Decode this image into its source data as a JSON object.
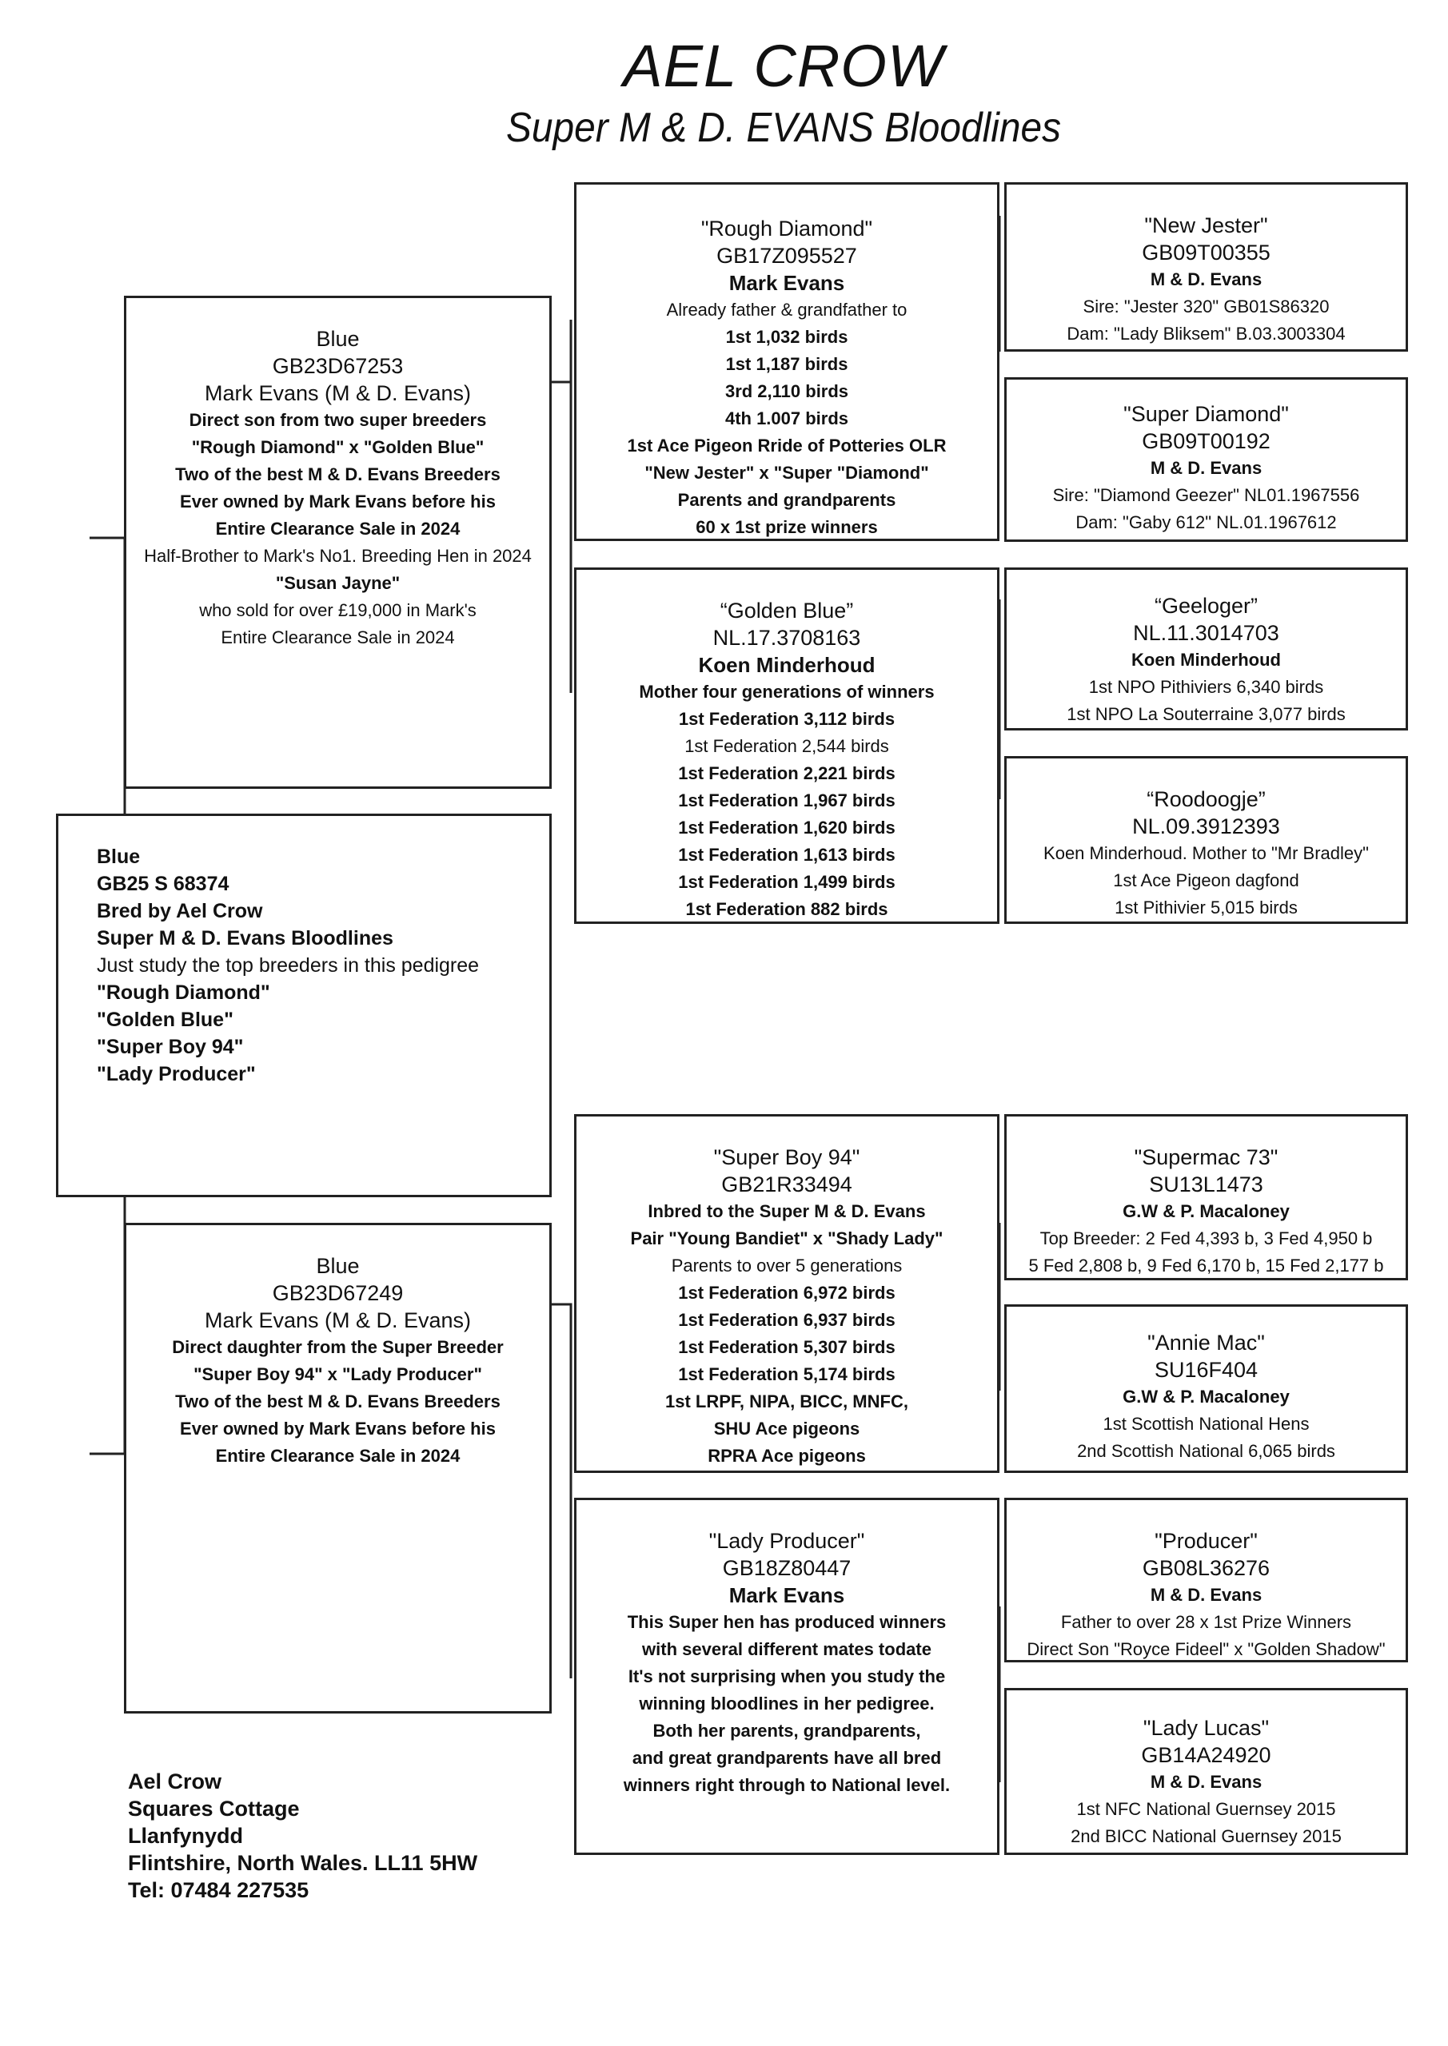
{
  "header": {
    "title": "AEL CROW",
    "subtitle": "Super M & D. EVANS Bloodlines"
  },
  "subject": {
    "lines": [
      {
        "t": "Blue",
        "b": true
      },
      {
        "t": "GB25 S 68374",
        "b": true
      },
      {
        "t": "Bred by Ael Crow",
        "b": true
      },
      {
        "t": "Super M & D. Evans Bloodlines",
        "b": true
      },
      {
        "t": "Just study the top breeders in this pedigree",
        "b": false
      },
      {
        "t": "\"Rough Diamond\"",
        "b": true
      },
      {
        "t": "\"Golden Blue\"",
        "b": true
      },
      {
        "t": "\"Super Boy 94\"",
        "b": true
      },
      {
        "t": "\"Lady Producer\"",
        "b": true
      }
    ]
  },
  "sire": {
    "lines": [
      {
        "t": "Blue",
        "s": "name"
      },
      {
        "t": "GB23D67253",
        "s": "ring"
      },
      {
        "t": "Mark Evans (M & D. Evans)",
        "s": "ring"
      },
      {
        "t": "Direct son from two super breeders",
        "s": "b"
      },
      {
        "t": "\"Rough Diamond\" x \"Golden Blue\"",
        "s": "b"
      },
      {
        "t": "Two of the best M & D. Evans Breeders",
        "s": "b"
      },
      {
        "t": "Ever owned by Mark Evans before his",
        "s": "b"
      },
      {
        "t": "Entire Clearance Sale in 2024",
        "s": "b"
      },
      {
        "t": "Half-Brother to Mark's No1. Breeding Hen in 2024",
        "s": ""
      },
      {
        "t": "\"Susan Jayne\"",
        "s": "b"
      },
      {
        "t": "who sold for over £19,000 in Mark's",
        "s": ""
      },
      {
        "t": "Entire Clearance Sale in 2024",
        "s": ""
      }
    ]
  },
  "dam": {
    "lines": [
      {
        "t": "Blue",
        "s": "name"
      },
      {
        "t": "GB23D67249",
        "s": "ring"
      },
      {
        "t": "Mark Evans (M & D. Evans)",
        "s": "ring"
      },
      {
        "t": "Direct daughter from the Super Breeder",
        "s": "b"
      },
      {
        "t": "\"Super Boy 94\" x \"Lady Producer\"",
        "s": "b"
      },
      {
        "t": "Two of the best M & D. Evans Breeders",
        "s": "b"
      },
      {
        "t": "Ever owned by Mark Evans before his",
        "s": "b"
      },
      {
        "t": "Entire Clearance Sale in 2024",
        "s": "b"
      }
    ]
  },
  "ss": {
    "lines": [
      {
        "t": "\"Rough Diamond\"",
        "s": "name"
      },
      {
        "t": "GB17Z095527",
        "s": "ring"
      },
      {
        "t": "Mark Evans",
        "s": "owner"
      },
      {
        "t": "Already father & grandfather to",
        "s": ""
      },
      {
        "t": "1st 1,032 birds",
        "s": "b"
      },
      {
        "t": "1st 1,187 birds",
        "s": "b"
      },
      {
        "t": "3rd 2,110 birds",
        "s": "b"
      },
      {
        "t": "4th 1.007 birds",
        "s": "b"
      },
      {
        "t": "1st Ace Pigeon Rride of Potteries OLR",
        "s": "b"
      },
      {
        "t": "\"New Jester\" x \"Super \"Diamond\"",
        "s": "b"
      },
      {
        "t": "Parents and grandparents",
        "s": "b"
      },
      {
        "t": "60 x 1st prize winners",
        "s": "b"
      }
    ]
  },
  "sd": {
    "lines": [
      {
        "t": "“Golden Blue”",
        "s": "name"
      },
      {
        "t": "NL.17.3708163",
        "s": "ring"
      },
      {
        "t": "Koen Minderhoud",
        "s": "owner"
      },
      {
        "t": "Mother four generations of winners",
        "s": "b"
      },
      {
        "t": "1st Federation 3,112 birds",
        "s": "b"
      },
      {
        "t": "1st Federation 2,544 birds",
        "s": ""
      },
      {
        "t": "1st Federation 2,221 birds",
        "s": "b"
      },
      {
        "t": "1st Federation 1,967 birds",
        "s": "b"
      },
      {
        "t": "1st Federation 1,620 birds",
        "s": "b"
      },
      {
        "t": "1st Federation 1,613 birds",
        "s": "b"
      },
      {
        "t": "1st Federation 1,499 birds",
        "s": "b"
      },
      {
        "t": "1st Federation 882 birds",
        "s": "b"
      }
    ]
  },
  "ds": {
    "lines": [
      {
        "t": "\"Super Boy 94\"",
        "s": "name"
      },
      {
        "t": "GB21R33494",
        "s": "ring"
      },
      {
        "t": "Inbred to the Super M & D. Evans",
        "s": "b"
      },
      {
        "t": "Pair \"Young Bandiet\" x \"Shady Lady\"",
        "s": "b"
      },
      {
        "t": "Parents to over 5 generations",
        "s": ""
      },
      {
        "t": "1st Federation 6,972 birds",
        "s": "b"
      },
      {
        "t": "1st Federation 6,937 birds",
        "s": "b"
      },
      {
        "t": "1st Federation 5,307 birds",
        "s": "b"
      },
      {
        "t": "1st Federation 5,174 birds",
        "s": "b"
      },
      {
        "t": "1st LRPF, NIPA, BICC, MNFC,",
        "s": "b"
      },
      {
        "t": "SHU Ace pigeons",
        "s": "b"
      },
      {
        "t": "RPRA Ace pigeons",
        "s": "b"
      }
    ]
  },
  "dd": {
    "lines": [
      {
        "t": "\"Lady Producer\"",
        "s": "name"
      },
      {
        "t": "GB18Z80447",
        "s": "ring"
      },
      {
        "t": "Mark Evans",
        "s": "owner"
      },
      {
        "t": "This Super hen has produced winners",
        "s": "b"
      },
      {
        "t": "with several different mates todate",
        "s": "b"
      },
      {
        "t": "It's not surprising when you study the",
        "s": "b"
      },
      {
        "t": "winning bloodlines in her pedigree.",
        "s": "b"
      },
      {
        "t": "Both her parents, grandparents,",
        "s": "b"
      },
      {
        "t": "and great grandparents have all bred",
        "s": "b"
      },
      {
        "t": "winners right through to National level.",
        "s": "b"
      }
    ]
  },
  "sss": {
    "lines": [
      {
        "t": "\"New Jester\"",
        "s": "name"
      },
      {
        "t": "GB09T00355",
        "s": "ring"
      },
      {
        "t": "M & D. Evans",
        "s": "b"
      },
      {
        "t": "Sire: \"Jester 320\" GB01S86320",
        "s": ""
      },
      {
        "t": "Dam: \"Lady Bliksem\" B.03.3003304",
        "s": ""
      }
    ]
  },
  "ssd": {
    "lines": [
      {
        "t": "\"Super Diamond\"",
        "s": "name"
      },
      {
        "t": "GB09T00192",
        "s": "ring"
      },
      {
        "t": "M & D. Evans",
        "s": "b"
      },
      {
        "t": "Sire: \"Diamond Geezer\" NL01.1967556",
        "s": ""
      },
      {
        "t": "Dam: \"Gaby 612\" NL.01.1967612",
        "s": ""
      }
    ]
  },
  "sds": {
    "lines": [
      {
        "t": "“Geeloger”",
        "s": "name"
      },
      {
        "t": "NL.11.3014703",
        "s": "ring"
      },
      {
        "t": "Koen Minderhoud",
        "s": "b"
      },
      {
        "t": "1st NPO Pithiviers 6,340 birds",
        "s": ""
      },
      {
        "t": "1st NPO La Souterraine 3,077 birds",
        "s": ""
      }
    ]
  },
  "sdd": {
    "lines": [
      {
        "t": "“Roodoogje”",
        "s": "name"
      },
      {
        "t": "NL.09.3912393",
        "s": "ring"
      },
      {
        "t": "Koen Minderhoud. Mother to \"Mr Bradley\"",
        "s": ""
      },
      {
        "t": "1st  Ace Pigeon dagfond",
        "s": ""
      },
      {
        "t": "1st Pithivier 5,015 birds",
        "s": ""
      }
    ]
  },
  "dss": {
    "lines": [
      {
        "t": "\"Supermac 73\"",
        "s": "name"
      },
      {
        "t": "SU13L1473",
        "s": "ring"
      },
      {
        "t": "G.W & P. Macaloney",
        "s": "b"
      },
      {
        "t": "Top Breeder: 2 Fed 4,393 b, 3 Fed 4,950 b",
        "s": ""
      },
      {
        "t": "5 Fed 2,808 b, 9 Fed 6,170 b, 15 Fed 2,177 b",
        "s": ""
      }
    ]
  },
  "dsd": {
    "lines": [
      {
        "t": "\"Annie Mac\"",
        "s": "name"
      },
      {
        "t": "SU16F404",
        "s": "ring"
      },
      {
        "t": "G.W & P. Macaloney",
        "s": "b"
      },
      {
        "t": "1st Scottish National Hens",
        "s": ""
      },
      {
        "t": "2nd Scottish National 6,065 birds",
        "s": ""
      }
    ]
  },
  "dds": {
    "lines": [
      {
        "t": "\"Producer\"",
        "s": "name"
      },
      {
        "t": "GB08L36276",
        "s": "ring"
      },
      {
        "t": "M & D. Evans",
        "s": "b"
      },
      {
        "t": "Father to over 28 x 1st Prize Winners",
        "s": ""
      },
      {
        "t": "Direct Son \"Royce Fideel\" x \"Golden Shadow\"",
        "s": ""
      }
    ]
  },
  "ddd": {
    "lines": [
      {
        "t": "\"Lady Lucas\"",
        "s": "name"
      },
      {
        "t": "GB14A24920",
        "s": "ring"
      },
      {
        "t": "M & D. Evans",
        "s": "b"
      },
      {
        "t": "1st NFC National Guernsey 2015",
        "s": ""
      },
      {
        "t": "2nd BICC National Guernsey 2015",
        "s": ""
      }
    ]
  },
  "address": {
    "lines": [
      "Ael Crow",
      "Squares Cottage",
      "Llanfynydd",
      "Flintshire, North Wales. LL11 5HW",
      "Tel: 07484 227535"
    ]
  }
}
